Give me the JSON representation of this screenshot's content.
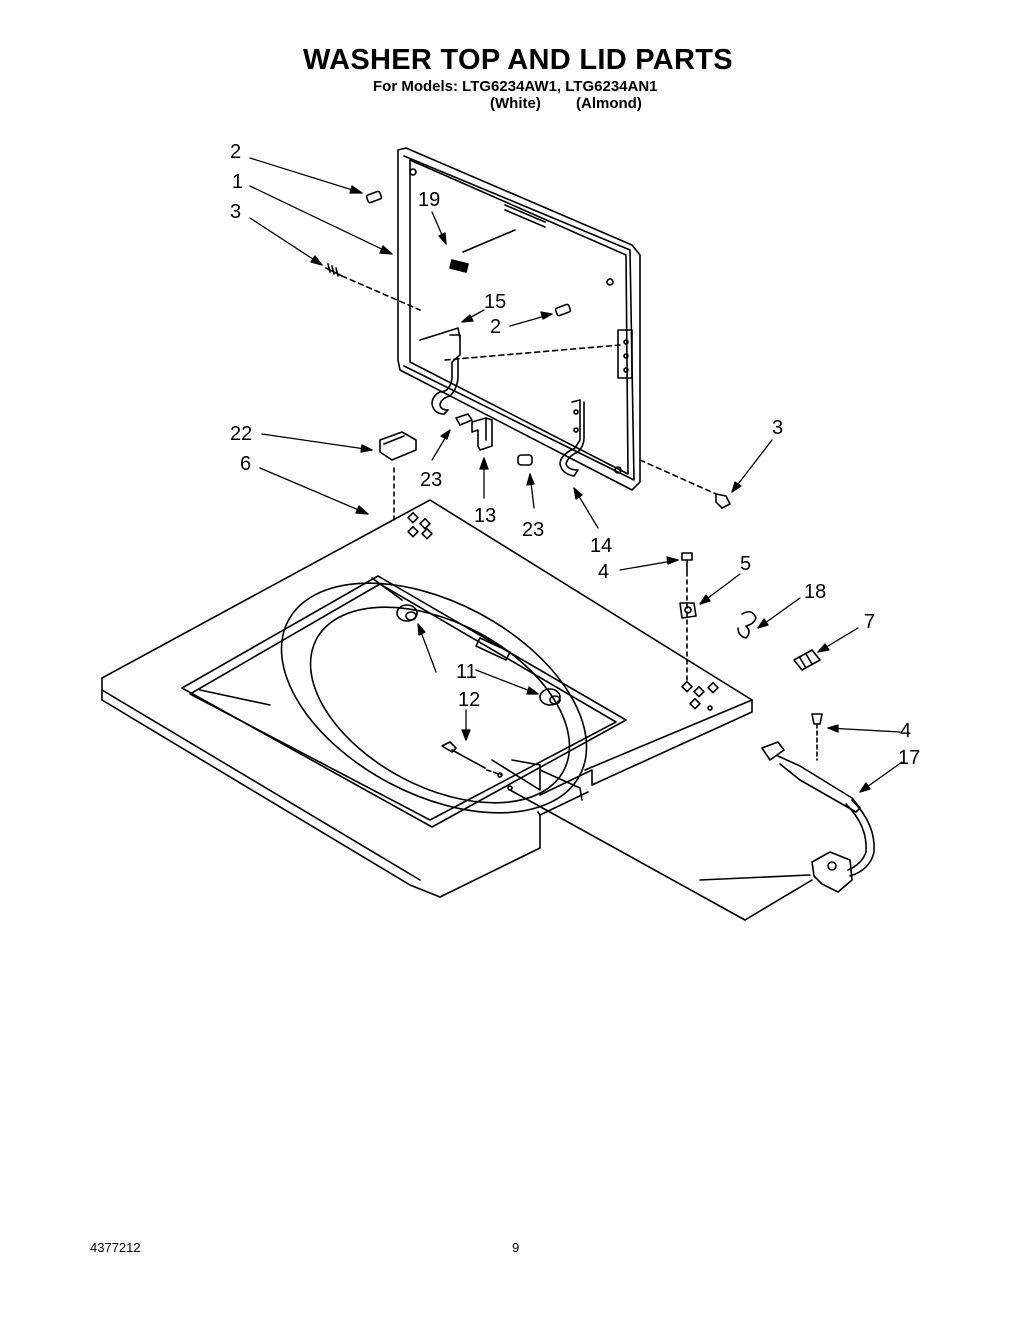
{
  "header": {
    "title": "WASHER TOP AND LID PARTS",
    "models_line": "For Models: LTG6234AW1, LTG6234AN1",
    "color_white": "(White)",
    "color_almond": "(Almond)"
  },
  "callouts": [
    "2",
    "1",
    "3",
    "19",
    "15",
    "2",
    "22",
    "6",
    "23",
    "13",
    "23",
    "14",
    "3",
    "4",
    "5",
    "18",
    "7",
    "11",
    "12",
    "4",
    "17"
  ],
  "footer": {
    "doc_number": "4377212",
    "page_number": "9"
  }
}
